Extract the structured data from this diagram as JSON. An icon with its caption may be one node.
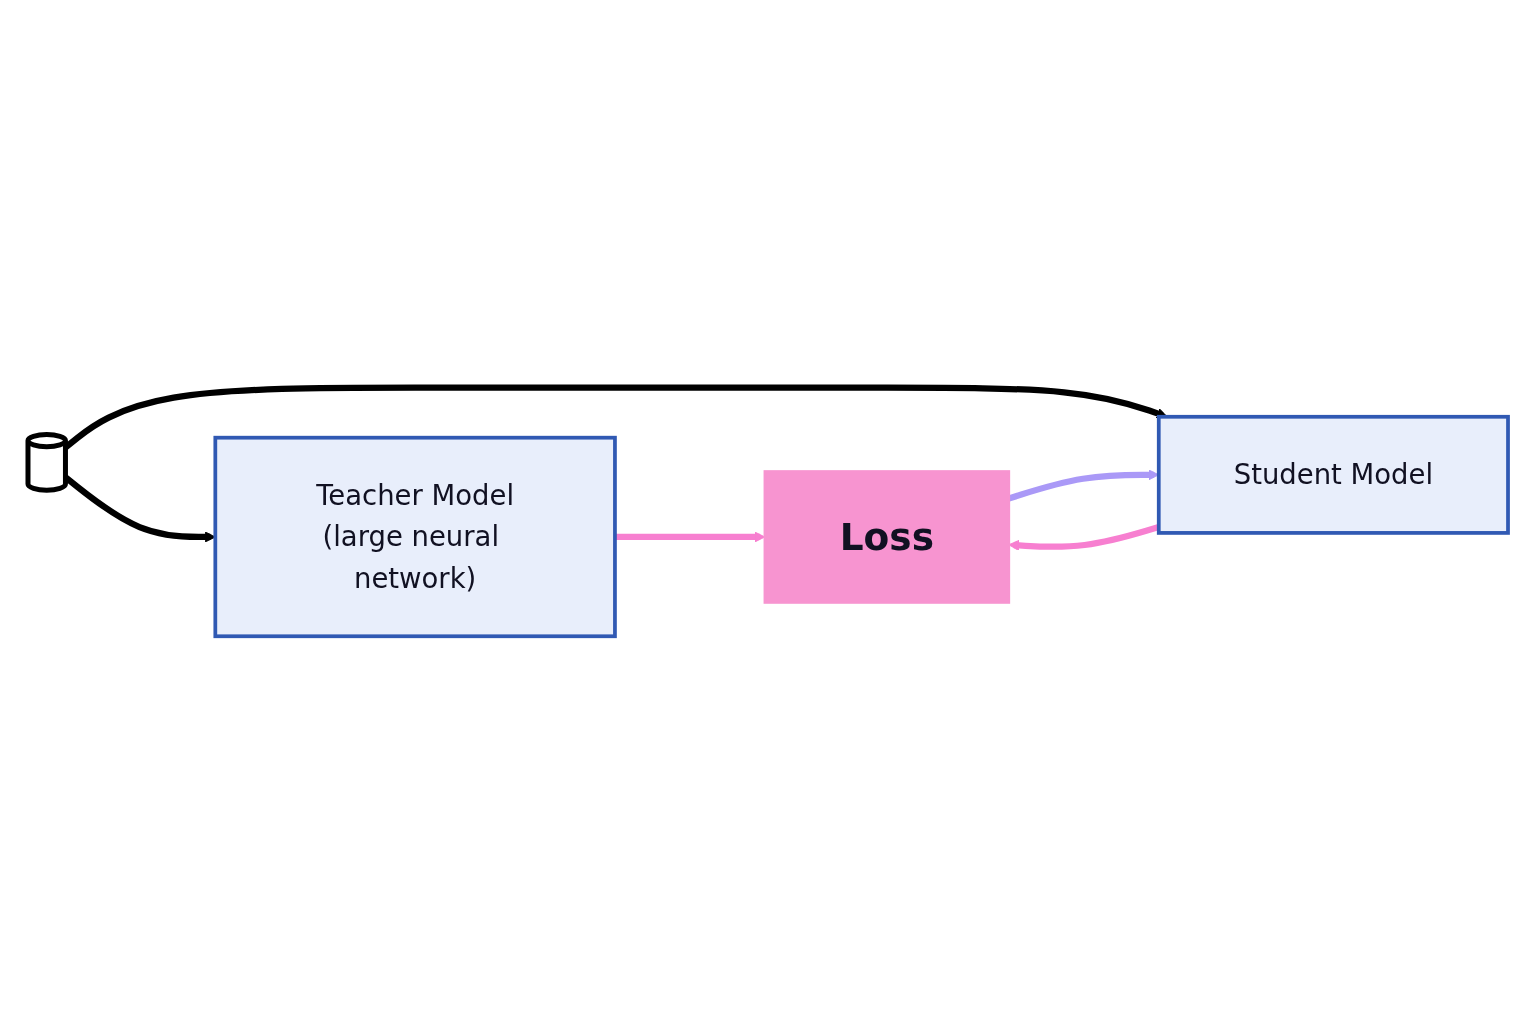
{
  "diagram": {
    "nodes": [
      {
        "text": [],
        "shape": "cylinder"
      },
      {
        "text": [
          "Teacher Model",
          "(large neural network)"
        ]
      },
      {
        "text": [
          "Student Model"
        ]
      },
      {
        "text": [
          "Loss"
        ]
      }
    ],
    "edges": [
      {
        "from": 0,
        "to": 1,
        "arrow": "to",
        "color": "#000000"
      },
      {
        "from": 0,
        "to": 2,
        "arrow": "to",
        "color": "#000000"
      },
      {
        "from": 1,
        "to": 3,
        "arrow": "to",
        "color": "#f77fd0"
      },
      {
        "from": 2,
        "to": 3,
        "arrow": "to",
        "color": "#f77fd0"
      },
      {
        "from": 3,
        "to": 2,
        "arrow": "to",
        "color": "#aa99f7"
      }
    ]
  }
}
